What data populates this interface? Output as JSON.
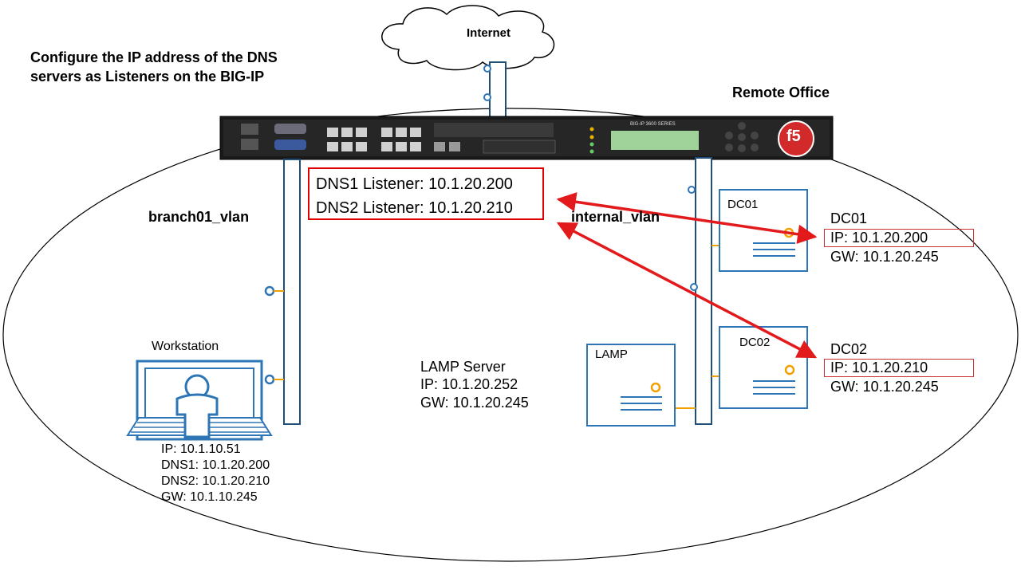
{
  "title": "Configure the IP address of the DNS servers as Listeners on the BIG-IP",
  "title_line1": "Configure the IP address of the DNS",
  "title_line2": "servers as Listeners on the BIG-IP",
  "cloud": {
    "label": "Internet"
  },
  "site_label": "Remote Office",
  "appliance": {
    "model_label": "BIG-IP 3600 SERIES",
    "brand": "f5"
  },
  "vlans": {
    "left": "branch01_vlan",
    "right": "internal_vlan"
  },
  "listeners": [
    "DNS1 Listener: 10.1.20.200",
    "DNS2 Listener: 10.1.20.210"
  ],
  "workstation": {
    "label": "Workstation",
    "details": [
      "IP: 10.1.10.51",
      "DNS1: 10.1.20.200",
      "DNS2: 10.1.20.210",
      "GW: 10.1.10.245"
    ]
  },
  "lamp": {
    "box_label": "LAMP",
    "title": "LAMP Server",
    "ip": "IP: 10.1.20.252",
    "gw": "GW: 10.1.20.245"
  },
  "dc01": {
    "box_label": "DC01",
    "title": "DC01",
    "ip": "IP: 10.1.20.200",
    "gw": "GW: 10.1.20.245"
  },
  "dc02": {
    "box_label": "DC02",
    "title": "DC02",
    "ip": "IP: 10.1.20.210",
    "gw": "GW: 10.1.20.245"
  },
  "colors": {
    "server_border": "#2e75b6",
    "arrow": "#e31a1c",
    "port": "#f0a000",
    "vlan_border": "#1f4e79"
  }
}
